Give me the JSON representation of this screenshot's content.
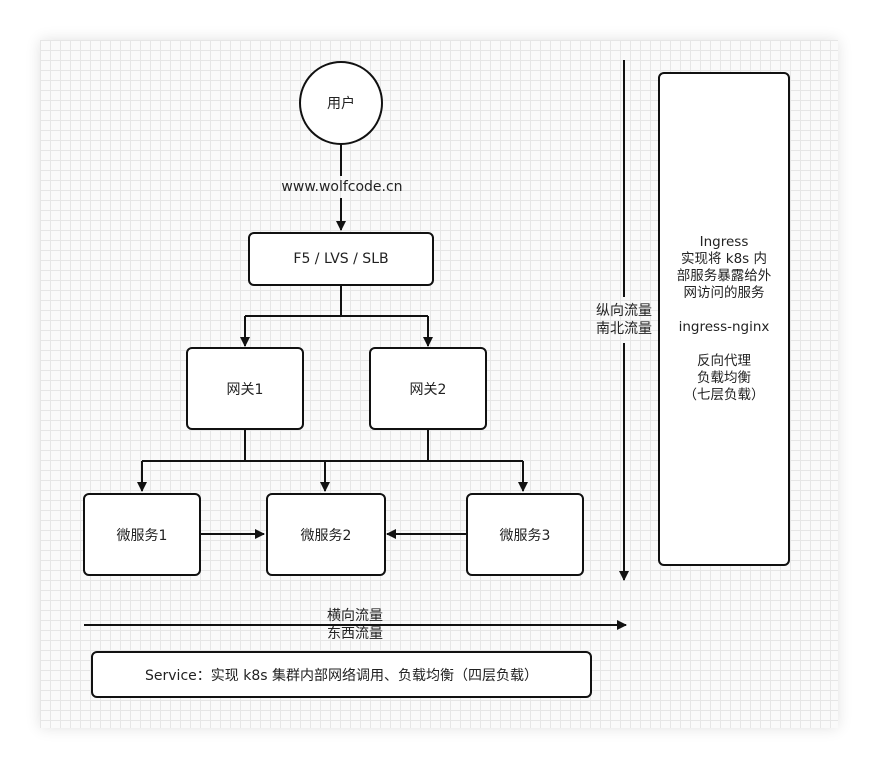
{
  "nodes": {
    "user": "用户",
    "domain": "www.wolfcode.cn",
    "lb": "F5 / LVS / SLB",
    "gateway1": "网关1",
    "gateway2": "网关2",
    "svc1": "微服务1",
    "svc2": "微服务2",
    "svc3": "微服务3"
  },
  "vertical_traffic": [
    "纵向流量",
    "南北流量"
  ],
  "horizontal_traffic": [
    "横向流量",
    "东西流量"
  ],
  "ingress": {
    "title": "Ingress",
    "desc": [
      "实现将 k8s 内",
      "部服务暴露给外",
      "网访问的服务"
    ],
    "impl": "ingress-nginx",
    "features": [
      "反向代理",
      "负载均衡",
      "（七层负载）"
    ]
  },
  "service": "Service：实现 k8s 集群内部网络调用、负载均衡（四层负载）"
}
